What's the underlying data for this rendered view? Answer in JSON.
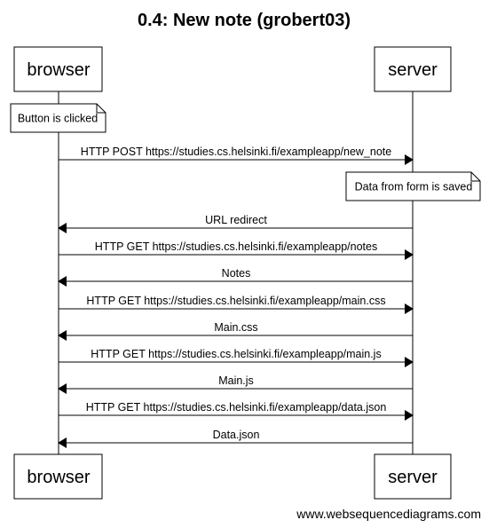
{
  "title": "0.4: New note (grobert03)",
  "participants": [
    {
      "id": "browser",
      "label": "browser"
    },
    {
      "id": "server",
      "label": "server"
    }
  ],
  "notes": [
    {
      "over": "browser",
      "text": "Button is clicked"
    },
    {
      "over": "server",
      "text": "Data from form is saved"
    }
  ],
  "messages": [
    {
      "from": "browser",
      "to": "server",
      "text": "HTTP POST https://studies.cs.helsinki.fi/exampleapp/new_note"
    },
    {
      "from": "server",
      "to": "browser",
      "text": "URL redirect"
    },
    {
      "from": "browser",
      "to": "server",
      "text": "HTTP GET https://studies.cs.helsinki.fi/exampleapp/notes"
    },
    {
      "from": "server",
      "to": "browser",
      "text": "Notes"
    },
    {
      "from": "browser",
      "to": "server",
      "text": "HTTP GET https://studies.cs.helsinki.fi/exampleapp/main.css"
    },
    {
      "from": "server",
      "to": "browser",
      "text": "Main.css"
    },
    {
      "from": "browser",
      "to": "server",
      "text": "HTTP GET https://studies.cs.helsinki.fi/exampleapp/main.js"
    },
    {
      "from": "server",
      "to": "browser",
      "text": "Main.js"
    },
    {
      "from": "browser",
      "to": "server",
      "text": "HTTP GET https://studies.cs.helsinki.fi/exampleapp/data.json"
    },
    {
      "from": "server",
      "to": "browser",
      "text": "Data.json"
    }
  ],
  "watermark": "www.websequencediagrams.com"
}
